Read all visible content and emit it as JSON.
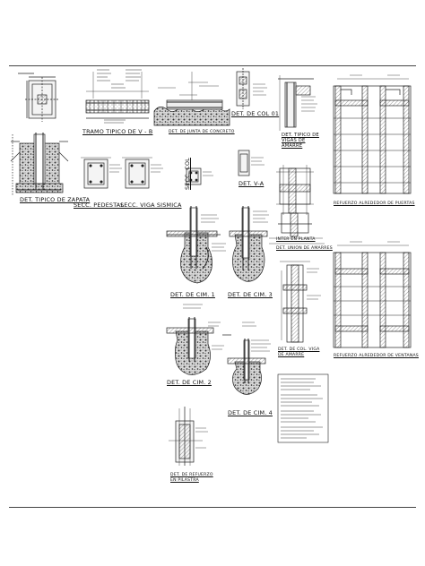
{
  "sheet": {
    "labels": {
      "det_tipico_zapata": "DET. TIPICO DE ZAPATA",
      "tramo_tipico_vb": "TRAMO TIPICO DE V - B",
      "det_junta_concreto": "DET. DE JUNTA DE CONCRETO",
      "det_columna": "DET. DE COL 01",
      "det_tipico_vigas_amarre": "DET. TIPICO DE VIGAS DE AMARRE",
      "secc_pedestal": "SECC. PEDESTAL",
      "secc_viga_sismica": "SECC. VIGA SISMICA",
      "secc_col": "SECC. COL",
      "det_va": "DET. V-A",
      "refuerzo_puertas": "REFUERZO ALREDEDOR DE PUERTAS",
      "inter_planta": "INTER EN PLANTA",
      "det_union_amarres": "DET. UNION DE AMARRES",
      "det_cim_1": "DET. DE CIM. 1",
      "det_cim_3": "DET. DE CIM. 3",
      "det_cim_2": "DET. DE CIM. 2",
      "det_cim_4": "DET. DE CIM. 4",
      "det_col_viga_amarre": "DET. DE COL. VIGA DE AMARRE",
      "refuerzo_ventanas": "REFUERZO ALREDEDOR DE VENTANAS",
      "det_refuerzo_pilastra": "DET. DE REFUERZO EN PILASTRA"
    },
    "line_color": "#222222",
    "hatch_color": "#555555",
    "background": "#ffffff"
  }
}
